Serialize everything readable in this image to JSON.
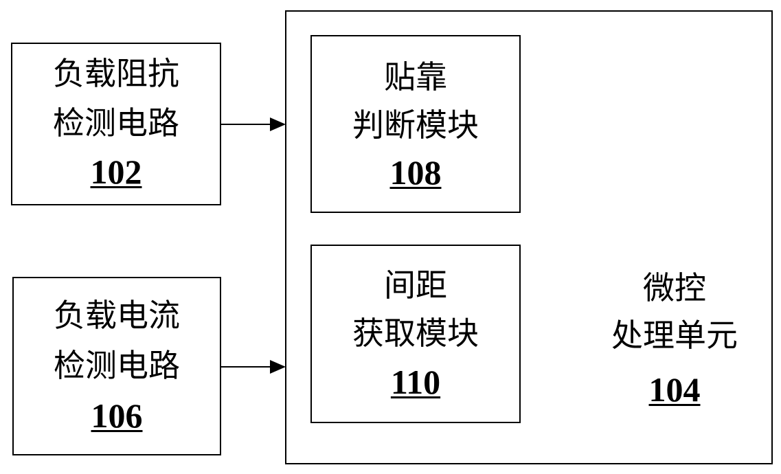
{
  "diagram": {
    "blocks": {
      "load_impedance_circuit": {
        "line1": "负载阻抗",
        "line2": "检测电路",
        "ref": "102"
      },
      "load_current_circuit": {
        "line1": "负载电流",
        "line2": "检测电路",
        "ref": "106"
      },
      "microcontroller": {
        "line1": "微控",
        "line2": "处理单元",
        "ref": "104"
      },
      "proximity_module": {
        "line1": "贴靠",
        "line2": "判断模块",
        "ref": "108"
      },
      "distance_module": {
        "line1": "间距",
        "line2": "获取模块",
        "ref": "110"
      }
    },
    "connections": [
      {
        "from": "load_impedance_circuit",
        "to": "microcontroller"
      },
      {
        "from": "load_current_circuit",
        "to": "microcontroller"
      }
    ]
  }
}
